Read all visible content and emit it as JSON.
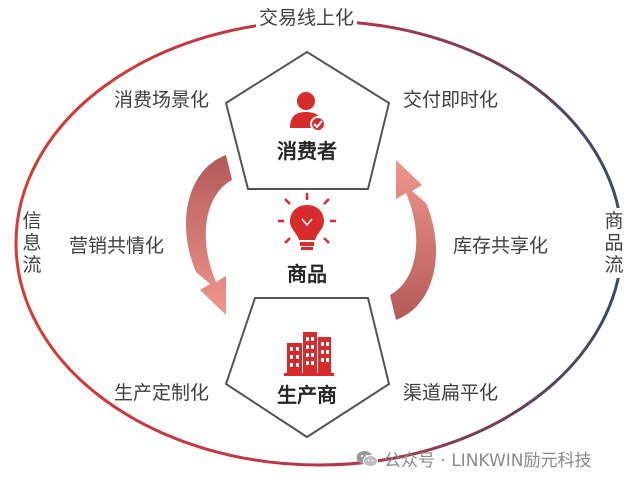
{
  "title": "交易线上化",
  "left_axis": "信息流",
  "right_axis": "商品流",
  "corners": {
    "top_left": "消费场景化",
    "top_right": "交付即时化",
    "bottom_left": "生产定制化",
    "bottom_right": "渠道扁平化"
  },
  "sides": {
    "left": "营销共情化",
    "right": "库存共享化"
  },
  "nodes": {
    "consumer": "消费者",
    "product": "商品",
    "producer": "生产商"
  },
  "watermark": "公众号 · LINKWIN励元科技",
  "icons": {
    "consumer": "user-check-icon",
    "product": "lightbulb-icon",
    "producer": "factory-building-icon",
    "watermark": "wechat-icon"
  },
  "colors": {
    "accent_red": "#d92b2b",
    "ring_left": "#d93a33",
    "ring_right": "#3a4a62",
    "arrow_dark": "#b85a5a",
    "arrow_light": "#f08a80",
    "outline": "#555555"
  }
}
